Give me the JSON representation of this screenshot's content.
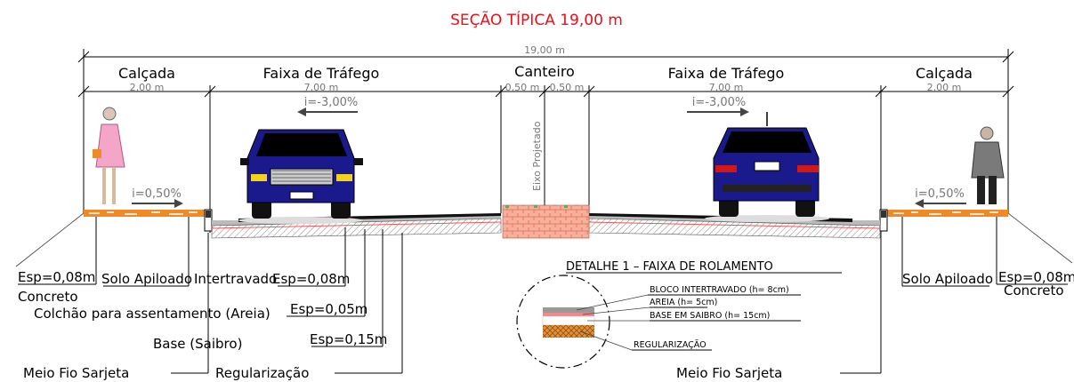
{
  "title": "SEÇÃO TÍPICA 19,00 m",
  "total_width": "19,00 m",
  "zones": {
    "left_sidewalk": {
      "label": "Calçada",
      "width": "2,00 m"
    },
    "left_lane": {
      "label": "Faixa de Tráfego",
      "width": "7,00 m"
    },
    "median": {
      "label": "Canteiro",
      "width_left": "0,50 m",
      "width_right": "0,50 m"
    },
    "right_lane": {
      "label": "Faixa de Tráfego",
      "width": "7,00 m"
    },
    "right_sidewalk": {
      "label": "Calçada",
      "width": "2,00 m"
    }
  },
  "slopes": {
    "left_lane": "i=-3,00%",
    "right_lane": "i=-3,00%",
    "left_sidewalk": "i=0,50%",
    "right_sidewalk": "i=0,50%"
  },
  "axis_label": "Eixo Projetado",
  "callouts_left": {
    "esp_concrete": "Esp=0,08m",
    "concrete": "Concreto",
    "solo": "Solo Apiloado",
    "intertravado": "Intertravado",
    "esp_intertravado": "Esp=0,08m",
    "colchao": "Colchão para assentamento (Areia)",
    "esp_areia": "Esp=0,05m",
    "base": "Base (Saibro)",
    "esp_base": "Esp=0,15m",
    "meio_fio": "Meio Fio Sarjeta",
    "regularizacao": "Regularização"
  },
  "callouts_right": {
    "solo": "Solo Apiloado",
    "esp_concrete": "Esp=0,08m",
    "concrete": "Concreto",
    "meio_fio": "Meio Fio Sarjeta"
  },
  "detail": {
    "title": "DETALHE 1 – FAIXA DE ROLAMENTO",
    "bloco": "BLOCO INTERTRAVADO (h= 8cm)",
    "areia": "AREIA (h= 5cm)",
    "base": "BASE EM SAIBRO (h= 15cm)",
    "regularizacao": "REGULARIZAÇÃO"
  },
  "colors": {
    "title": "#e8101a",
    "car": "#1a1a8c",
    "concrete": "#f08a24",
    "median": "#f4a28c",
    "asphalt": "#222222"
  }
}
